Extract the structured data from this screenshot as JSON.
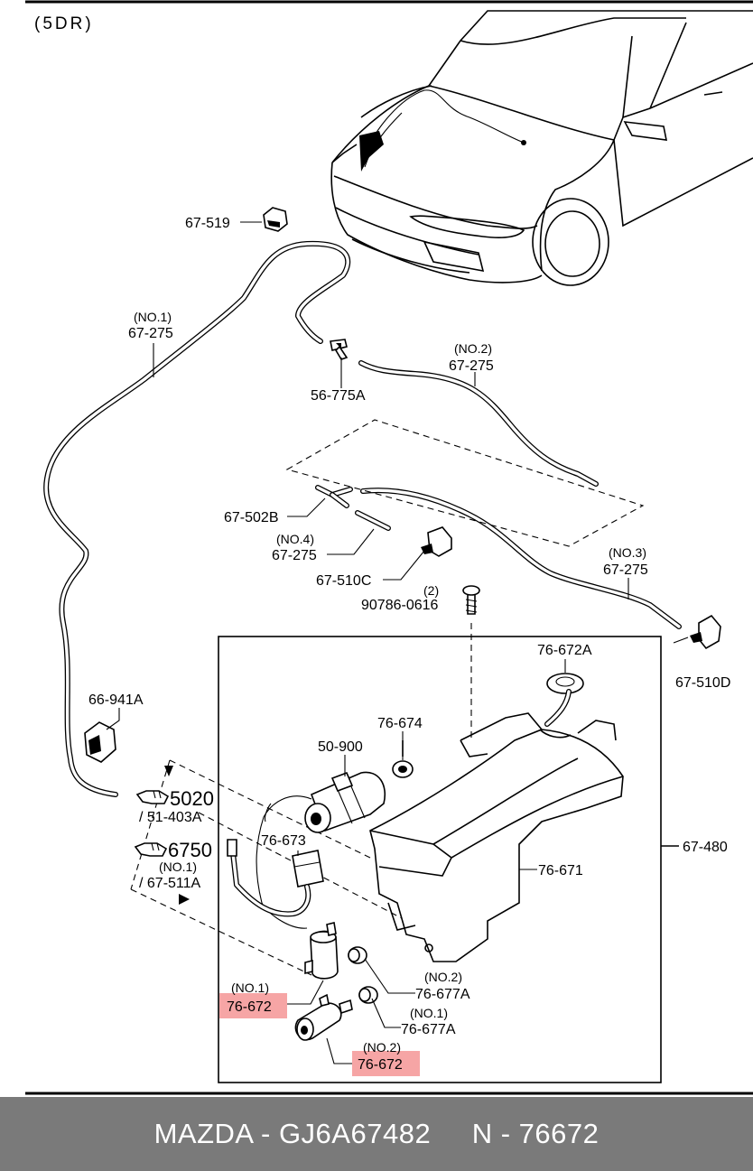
{
  "variant": "(5DR)",
  "labels": {
    "p67_519": "67-519",
    "no1_a": "(NO.1)",
    "p67_275_a": "67-275",
    "p56_775a": "56-775A",
    "no2_a": "(NO.2)",
    "p67_275_b": "67-275",
    "p67_502b": "67-502B",
    "no4": "(NO.4)",
    "p67_275_c": "67-275",
    "p67_510c": "67-510C",
    "qty2": "(2)",
    "p90786": "90786-0616",
    "no3": "(NO.3)",
    "p67_275_d": "67-275",
    "p67_510d": "67-510D",
    "p76_672a": "76-672A",
    "p66_941a": "66-941A",
    "p76_674": "76-674",
    "p50_900": "50-900",
    "ref5020": "5020",
    "ref51_403a": "/ 51-403A",
    "ref6750": "6750",
    "no1_b": "(NO.1)",
    "ref67_511a": "/ 67-511A",
    "p76_673": "76-673",
    "p76_671": "76-671",
    "p67_480": "67-480",
    "no2_b": "(NO.2)",
    "p76_677a_a": "76-677A",
    "no1_c": "(NO.1)",
    "p76_672_a": "76-672",
    "no1_d": "(NO.1)",
    "p76_677a_b": "76-677A",
    "no2_c": "(NO.2)",
    "p76_672_b": "76-672"
  },
  "highlight_color": "#f6a5a5",
  "footer": {
    "text": "MAZDA - GJ6A67482     N - 76672",
    "background": "#7a7a7a"
  }
}
